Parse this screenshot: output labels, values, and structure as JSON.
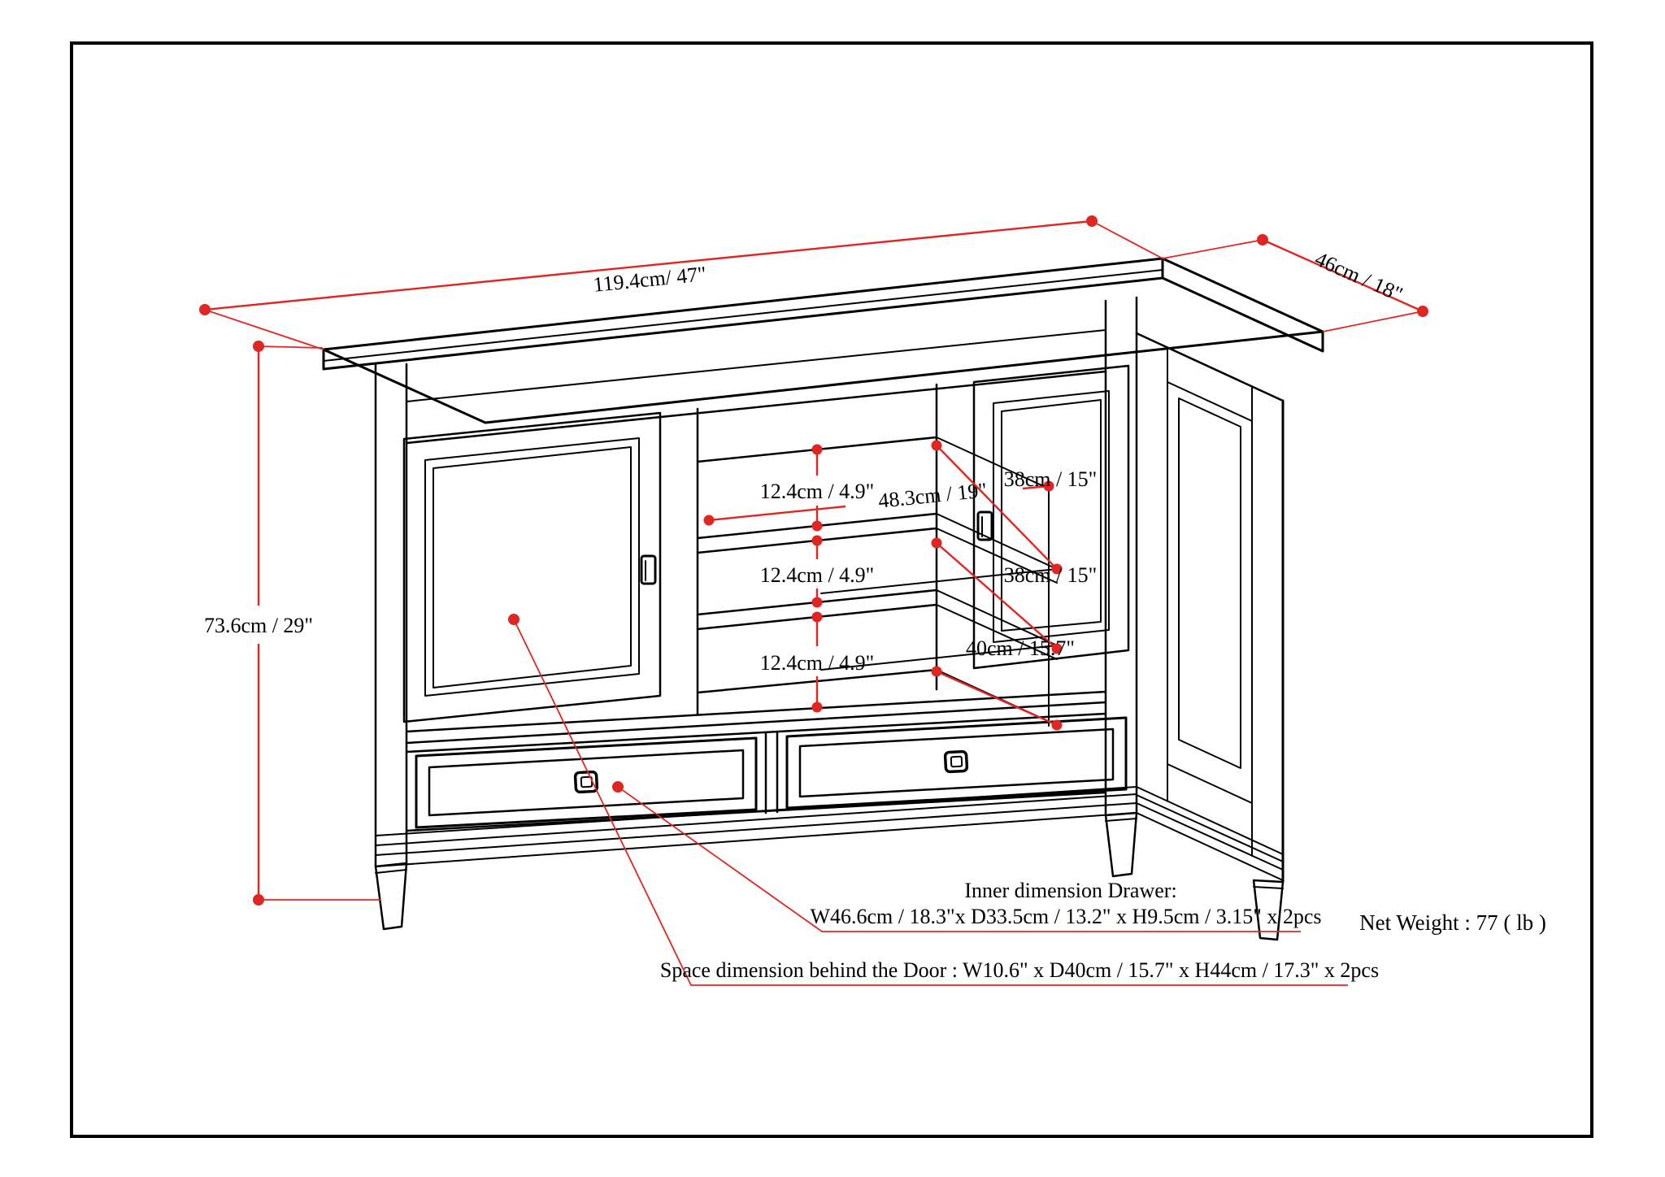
{
  "page": {
    "background": "#ffffff",
    "border_color": "#000000"
  },
  "colors": {
    "annotation_red": "#e02622",
    "line_black": "#000000"
  },
  "dimensions": {
    "top_width": "119.4cm/ 47\"",
    "top_depth": "46cm / 18\"",
    "height": "73.6cm / 29\"",
    "shelf_gap_1": "12.4cm / 4.9\"",
    "shelf_gap_2": "12.4cm / 4.9\"",
    "shelf_gap_3": "12.4cm / 4.9\"",
    "shelf_depth_1": "38cm / 15\"",
    "shelf_depth_2": "38cm / 15\"",
    "opening_width": "48.3cm / 19\"",
    "bottom_shelf_depth": "40cm / 15.7\""
  },
  "notes": {
    "drawer_title": "Inner dimension Drawer:",
    "drawer_spec": "W46.6cm / 18.3\"x D33.5cm / 13.2\" x H9.5cm / 3.15\" x 2pcs",
    "door_spec": "Space dimension behind the Door  : W10.6\" x D40cm / 15.7\" x H44cm / 17.3\" x 2pcs",
    "net_weight": "Net Weight : 77 ( lb )"
  }
}
